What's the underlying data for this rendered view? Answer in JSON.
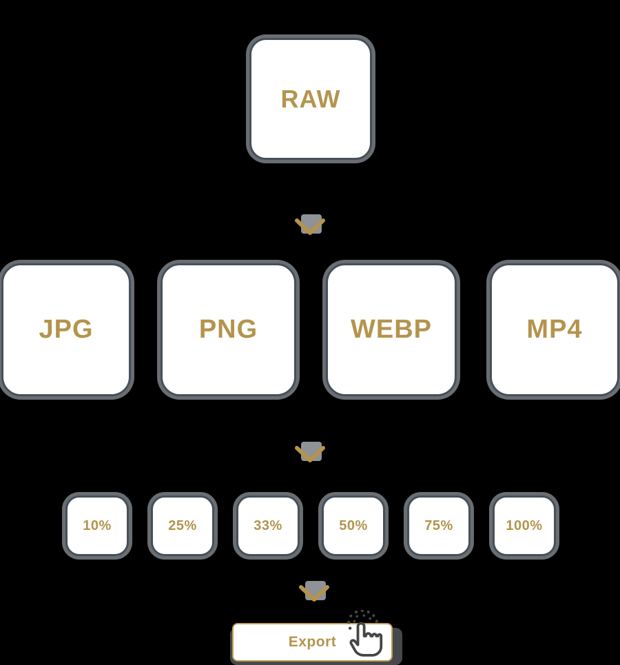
{
  "palette": {
    "background": "#000000",
    "gold": "#b4944d",
    "box_fill": "#ffffff",
    "box_border": "#46505a",
    "box_halo": "#7d8186",
    "export_border": "#c3a052",
    "icon_gray": "#454545",
    "chevron_block_gray": "#8f9296"
  },
  "flow": {
    "source": {
      "label": "RAW"
    },
    "formats": [
      {
        "label": "JPG"
      },
      {
        "label": "PNG"
      },
      {
        "label": "WEBP"
      },
      {
        "label": "MP4"
      }
    ],
    "scales": [
      {
        "label": "10%"
      },
      {
        "label": "25%"
      },
      {
        "label": "33%"
      },
      {
        "label": "50%"
      },
      {
        "label": "75%"
      },
      {
        "label": "100%"
      }
    ],
    "connectors": [
      "chevron-down",
      "chevron-down",
      "chevron-down"
    ],
    "export": {
      "label": "Export"
    }
  }
}
